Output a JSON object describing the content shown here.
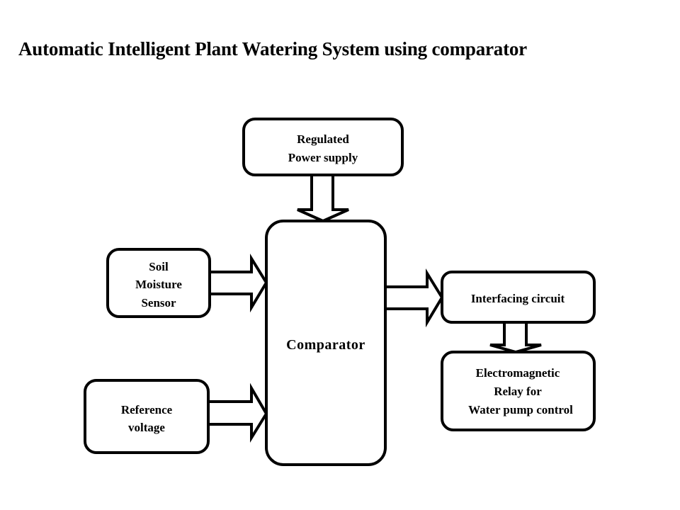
{
  "title": "Automatic Intelligent Plant Watering System using comparator",
  "blocks": {
    "power_supply": {
      "lines": [
        "Regulated",
        "Power supply"
      ]
    },
    "soil_sensor": {
      "lines": [
        "Soil",
        "Moisture",
        "Sensor"
      ]
    },
    "reference_voltage": {
      "lines": [
        "Reference",
        "voltage"
      ]
    },
    "comparator": {
      "lines": [
        "Comparator"
      ]
    },
    "interfacing": {
      "lines": [
        "Interfacing circuit"
      ]
    },
    "relay": {
      "lines": [
        "Electromagnetic",
        "Relay for",
        "Water pump control"
      ]
    }
  },
  "connections": [
    {
      "from": "power_supply",
      "to": "comparator"
    },
    {
      "from": "soil_sensor",
      "to": "comparator"
    },
    {
      "from": "reference_voltage",
      "to": "comparator"
    },
    {
      "from": "comparator",
      "to": "interfacing"
    },
    {
      "from": "interfacing",
      "to": "relay"
    }
  ]
}
